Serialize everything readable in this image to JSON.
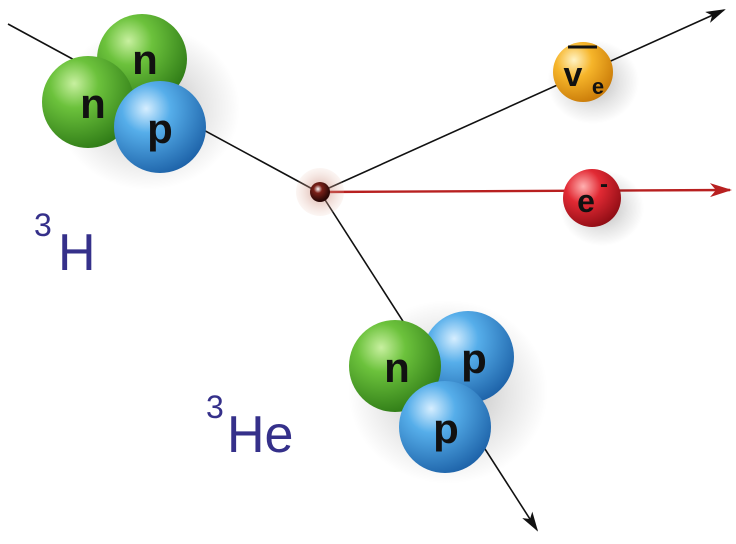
{
  "colors": {
    "neutron": "#4caa2e",
    "proton": "#3a96da",
    "neutrino": "#f2ab1e",
    "electron": "#d4202c",
    "electron_track": "#b82020",
    "track": "#111111",
    "label": "#35308a"
  },
  "tritium": {
    "label_superscript": "3",
    "label_symbol": "H",
    "particles": [
      "n",
      "n",
      "p"
    ]
  },
  "helium3": {
    "label_superscript": "3",
    "label_symbol": "He",
    "particles": [
      "p",
      "n",
      "p"
    ]
  },
  "antineutrino": {
    "symbol": "v",
    "subscript": "e"
  },
  "electron": {
    "symbol": "e",
    "charge": "-"
  }
}
